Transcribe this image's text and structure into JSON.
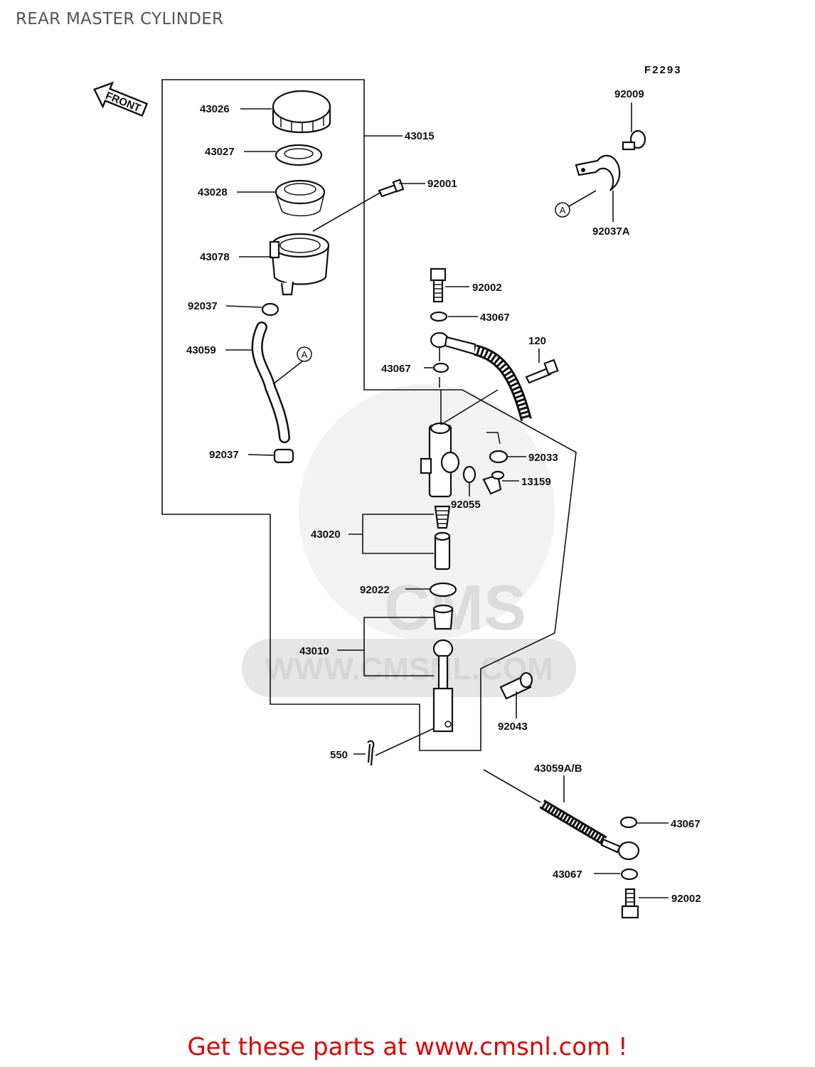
{
  "page_title": "REAR MASTER CYLINDER",
  "figure_code": "F2293",
  "front_label": "FRONT",
  "ref_marker": "A",
  "watermark_text": "WWW.CMSNL.COM",
  "watermark_logo_text": "CMS",
  "callouts": {
    "p43026": "43026",
    "p43027": "43027",
    "p43028": "43028",
    "p43078": "43078",
    "p92037a": "92037",
    "p43059": "43059",
    "p92037b": "92037",
    "p43015": "43015",
    "p92001": "92001",
    "p92009": "92009",
    "p92037A": "92037A",
    "p92002a": "92002",
    "p43067a": "43067",
    "p120": "120",
    "p43067b": "43067",
    "p92033": "92033",
    "p13159": "13159",
    "p92055": "92055",
    "p43020": "43020",
    "p92022": "92022",
    "p43010": "43010",
    "p92043": "92043",
    "p550": "550",
    "p43059AB": "43059A/B",
    "p43067c": "43067",
    "p43067d": "43067",
    "p92002b": "92002"
  },
  "promo_text": "Get these parts at www.cmsnl.com !",
  "colors": {
    "promo": "#e00000",
    "title": "#555555",
    "ink": "#111111",
    "watermark": "#e6e6e6"
  }
}
